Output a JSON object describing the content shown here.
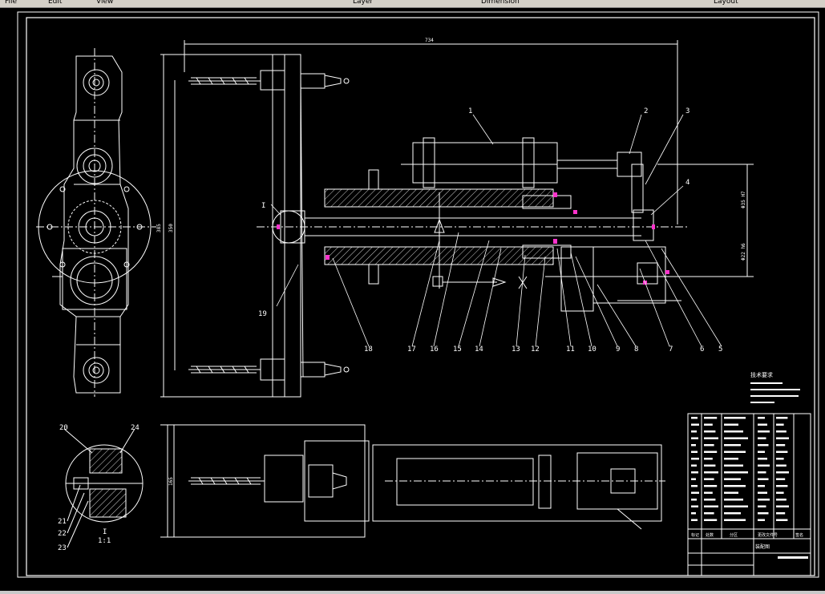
{
  "toolbar": {
    "items": [
      "File",
      "Edit",
      "View",
      "Layer",
      "Dimension",
      "Layout"
    ]
  },
  "drawing": {
    "callouts": [
      "1",
      "2",
      "3",
      "4",
      "5",
      "6",
      "7",
      "8",
      "9",
      "10",
      "11",
      "12",
      "13",
      "14",
      "15",
      "16",
      "17",
      "18",
      "19"
    ],
    "detail_callouts": [
      "20",
      "21",
      "22",
      "23",
      "24"
    ],
    "detail_label": "I",
    "detail_scale": "1:1",
    "section_mark": "I",
    "dims": {
      "top_width": "734",
      "left_h1": "385",
      "left_h2": "350",
      "right_v1": "Φ35 H7",
      "right_v2": "Φ22 h6",
      "bottom_h": "165"
    },
    "title_block": {
      "notes_title": "技术要求",
      "label_row": [
        "标记",
        "处数",
        "分区",
        "更改文件号",
        "签名"
      ],
      "tb_name": "装配图"
    }
  },
  "colors": {
    "background": "#000000",
    "lines": "#ffffff",
    "highlight": "#ff33cc",
    "ui": "#d4d0c8"
  }
}
